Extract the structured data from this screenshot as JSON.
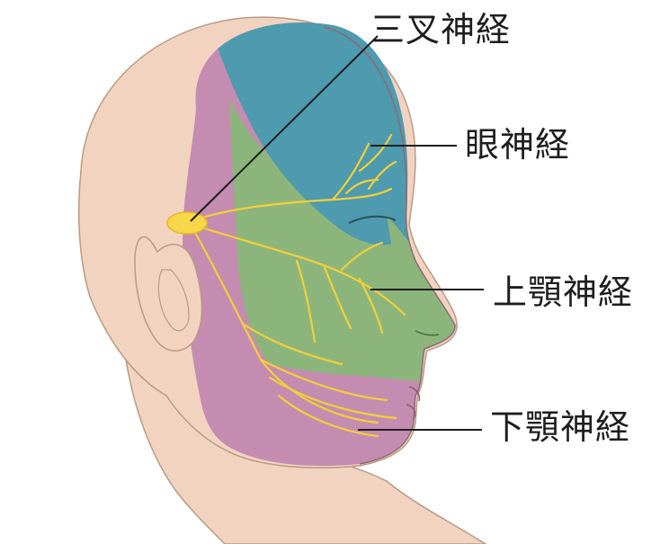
{
  "labels": {
    "trigeminal": "三叉神経",
    "ophthalmic": "眼神経",
    "maxillary": "上顎神経",
    "mandibular": "下顎神経"
  },
  "colors": {
    "background": "#ffffff",
    "skin": "#f1d3bf",
    "skin_outline": "#b89a86",
    "ophthalmic_region": "#4e9aae",
    "maxillary_region": "#8cb57c",
    "mandibular_region": "#c48cb0",
    "nerve": "#f3cf38",
    "ganglion": "#f7d64a",
    "leader_line": "#1e1e1e"
  }
}
